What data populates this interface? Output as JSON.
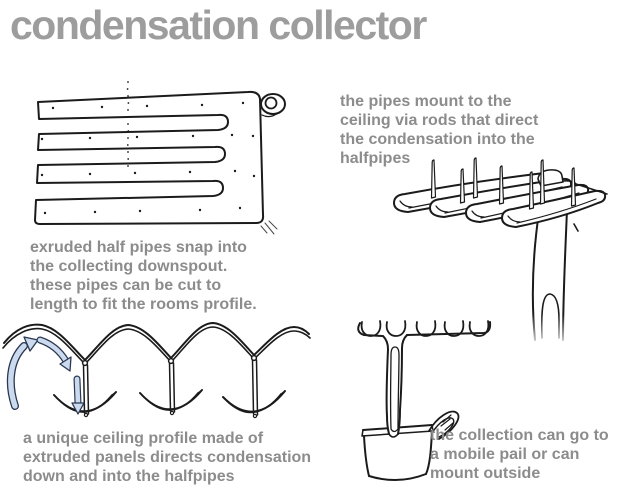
{
  "title": "condensation collector",
  "colors": {
    "bg": "#ffffff",
    "title_gray": "#9d9d9d",
    "text_gray": "#8c8c8c",
    "ink": "#1b1b1b",
    "arrow_fill": "#ccdaef",
    "arrow_outline": "#2a3850"
  },
  "annotations": {
    "snap": {
      "lines": [
        "exruded half pipes snap into",
        "the collecting downspout.",
        "these pipes can be cut to",
        "length to fit the rooms profile."
      ]
    },
    "mount": {
      "lines": [
        "the pipes mount to the",
        "ceiling via rods that direct",
        "the condensation into the",
        "halfpipes"
      ]
    },
    "profile": {
      "lines": [
        "a unique ceiling profile made of",
        "extruded panels directs condensation",
        "down and into the halfpipes"
      ]
    },
    "collection": {
      "lines": [
        "the collection can go to",
        "a mobile pail or can",
        "mount outside"
      ]
    }
  }
}
